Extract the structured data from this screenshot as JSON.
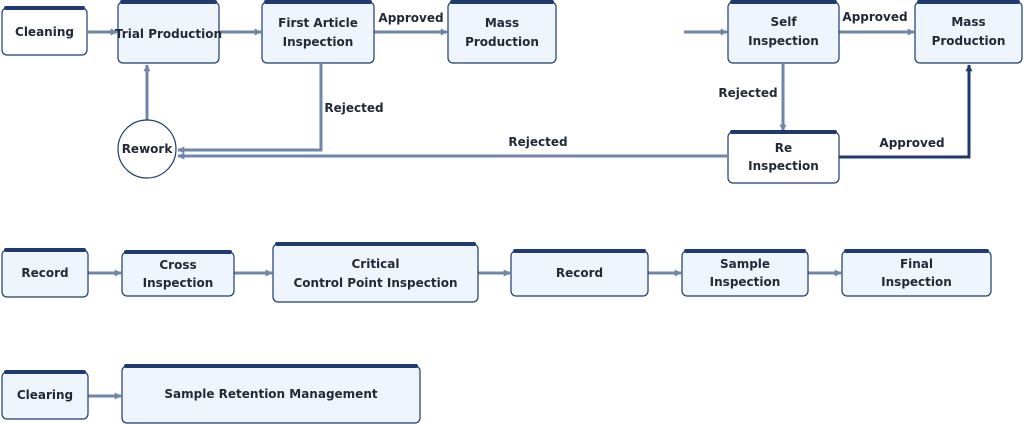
{
  "colors": {
    "box_fill": "#eef5fd",
    "box_stroke": "#1e3a6e",
    "plain_fill": "#ffffff",
    "arrow": "#6f85aa",
    "arrow_dark": "#1e3a6e",
    "text": "#222a38"
  },
  "nodes": {
    "cleaning": "Cleaning",
    "trial_production": "Trial Production",
    "first_article_line1": "First Article",
    "first_article_line2": "Inspection",
    "mass_production_1_line1": "Mass",
    "mass_production_1_line2": "Production",
    "rework": "Rework",
    "self_inspection_line1": "Self",
    "self_inspection_line2": "Inspection",
    "mass_production_2_line1": "Mass",
    "mass_production_2_line2": "Production",
    "re_inspection_line1": "Re",
    "re_inspection_line2": "Inspection",
    "record_1": "Record",
    "cross_inspection_line1": "Cross",
    "cross_inspection_line2": "Inspection",
    "ccp_line1": "Critical",
    "ccp_line2": "Control Point Inspection",
    "record_2": "Record",
    "sample_inspection_line1": "Sample",
    "sample_inspection_line2": "Inspection",
    "final_inspection_line1": "Final",
    "final_inspection_line2": "Inspection",
    "clearing": "Clearing",
    "sample_retention": "Sample Retention Management"
  },
  "edges": {
    "approved_1": "Approved",
    "rejected_1": "Rejected",
    "rejected_long": "Rejected",
    "approved_2": "Approved",
    "rejected_2": "Rejected",
    "approved_3": "Approved"
  }
}
